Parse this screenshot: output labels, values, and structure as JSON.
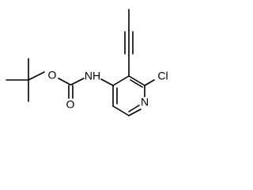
{
  "molecule": {
    "atoms": {
      "nh": "NH",
      "o_ether": "O",
      "o_carbonyl": "O",
      "n_ring": "N",
      "cl": "Cl"
    },
    "colors": {
      "bond": "#000000",
      "label": "#000000",
      "background": "#ffffff"
    }
  }
}
